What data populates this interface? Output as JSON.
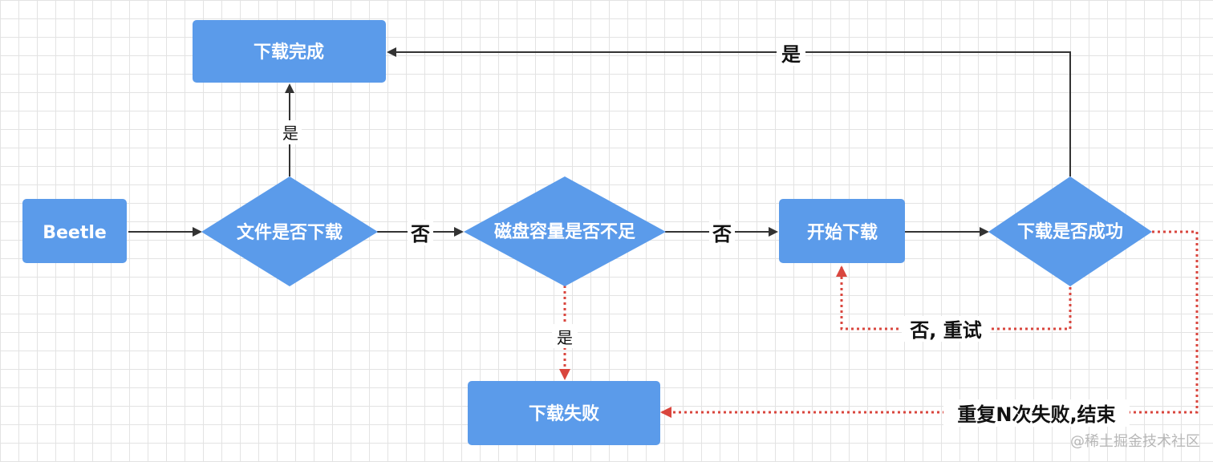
{
  "nodes": {
    "beetle": "Beetle",
    "file_downloaded_q": "文件是否下载",
    "download_complete": "下载完成",
    "disk_insufficient_q": "磁盘容量是否不足",
    "start_download": "开始下载",
    "download_success_q": "下载是否成功",
    "download_failed": "下载失败"
  },
  "edge_labels": {
    "file_yes": "是",
    "file_no": "否",
    "disk_no": "否",
    "disk_yes": "是",
    "success_yes": "是",
    "retry": "否, 重试",
    "repeat_fail": "重复N次失败,结束"
  },
  "watermark": "@稀土掘金技术社区",
  "colors": {
    "node_fill": "#5b9bea",
    "arrow": "#333333",
    "failure_arrow": "#d9463e"
  }
}
